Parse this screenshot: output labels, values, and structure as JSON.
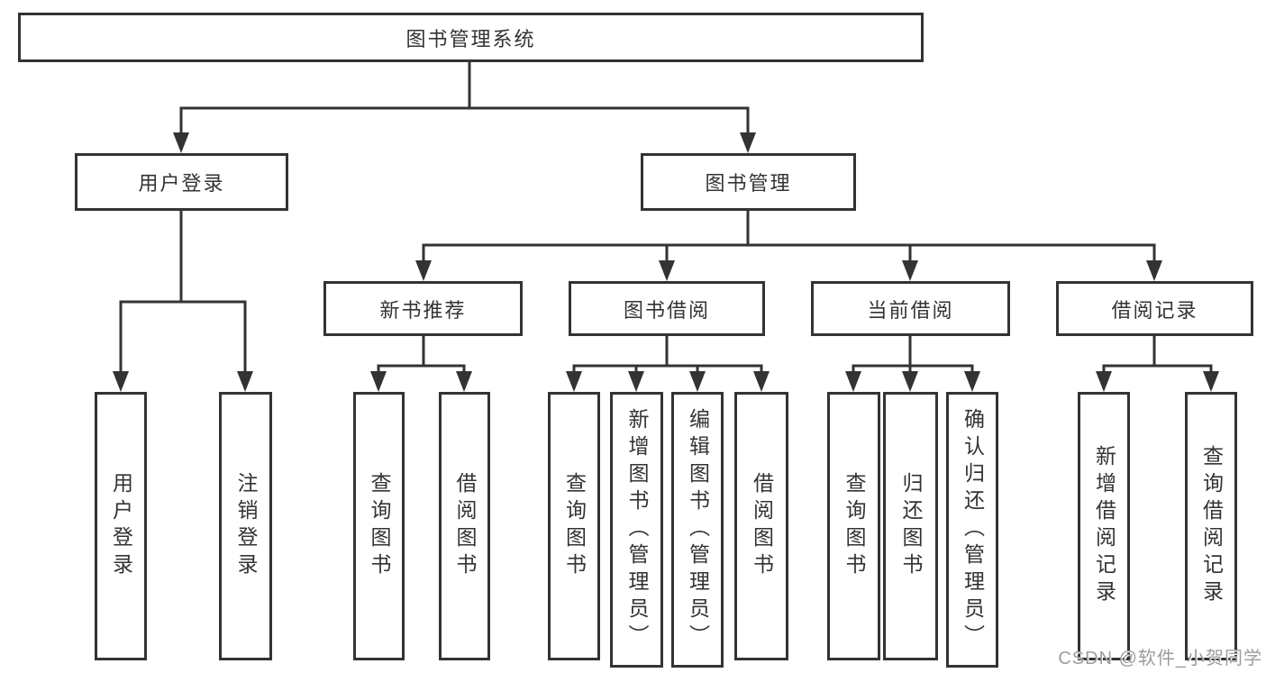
{
  "diagram": {
    "type": "hierarchy-tree",
    "title": "图书管理系统"
  },
  "colors": {
    "line": "#333333",
    "text": "#333333",
    "box_background": "#ffffff",
    "watermark": "#9c9c9c"
  },
  "tree": {
    "root": {
      "label": "图书管理系统"
    },
    "level2": [
      {
        "label": "用户登录"
      },
      {
        "label": "图书管理"
      }
    ],
    "level3": [
      {
        "label": "新书推荐",
        "parent": "图书管理"
      },
      {
        "label": "图书借阅",
        "parent": "图书管理"
      },
      {
        "label": "当前借阅",
        "parent": "图书管理"
      },
      {
        "label": "借阅记录",
        "parent": "图书管理"
      }
    ],
    "leaves": [
      {
        "label": "用户登录",
        "parent": "用户登录"
      },
      {
        "label": "注销登录",
        "parent": "用户登录"
      },
      {
        "label": "查询图书",
        "parent": "新书推荐"
      },
      {
        "label": "借阅图书",
        "parent": "新书推荐"
      },
      {
        "label": "查询图书",
        "parent": "图书借阅"
      },
      {
        "label": "新增图书（管理员）",
        "parent": "图书借阅"
      },
      {
        "label": "编辑图书（管理员）",
        "parent": "图书借阅"
      },
      {
        "label": "借阅图书",
        "parent": "图书借阅"
      },
      {
        "label": "查询图书",
        "parent": "当前借阅"
      },
      {
        "label": "归还图书",
        "parent": "当前借阅"
      },
      {
        "label": "确认归还（管理员）",
        "parent": "当前借阅"
      },
      {
        "label": "新增借阅记录",
        "parent": "借阅记录"
      },
      {
        "label": "查询借阅记录",
        "parent": "借阅记录"
      }
    ]
  },
  "watermark": {
    "text": "CSDN @软件_小贺同学"
  }
}
